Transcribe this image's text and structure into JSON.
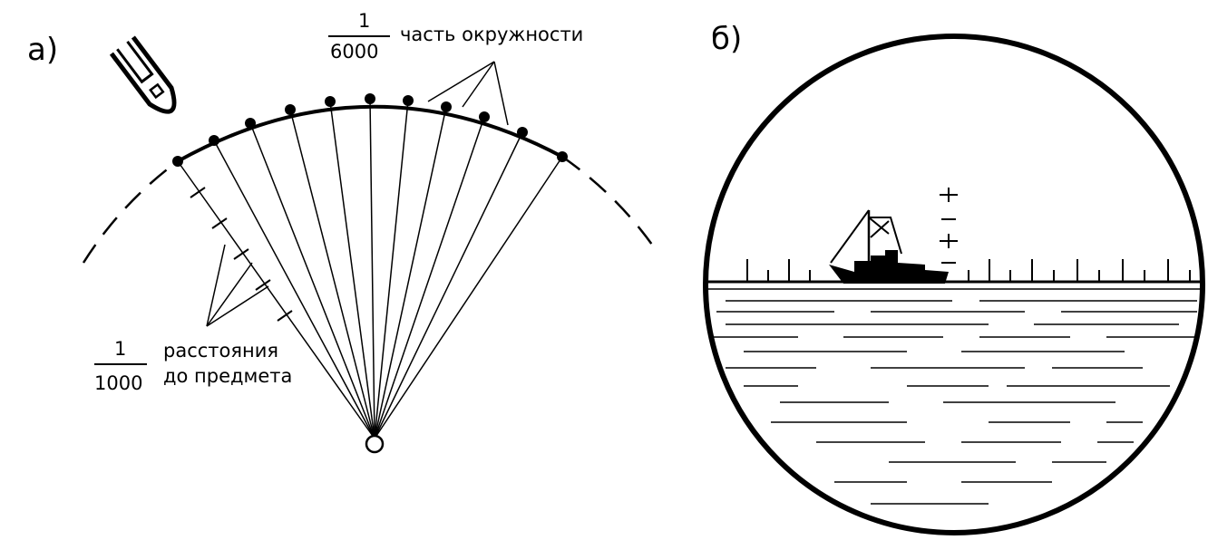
{
  "panel_a": {
    "label": "а)",
    "top_fraction": {
      "numerator": "1",
      "denominator": "6000"
    },
    "top_caption": "часть окружности",
    "bottom_fraction": {
      "numerator": "1",
      "denominator": "1000"
    },
    "bottom_caption_line1": "расстояния",
    "bottom_caption_line2": "до предмета"
  },
  "panel_b": {
    "label": "б)"
  },
  "colors": {
    "ink": "#000000",
    "paper": "#ffffff"
  }
}
